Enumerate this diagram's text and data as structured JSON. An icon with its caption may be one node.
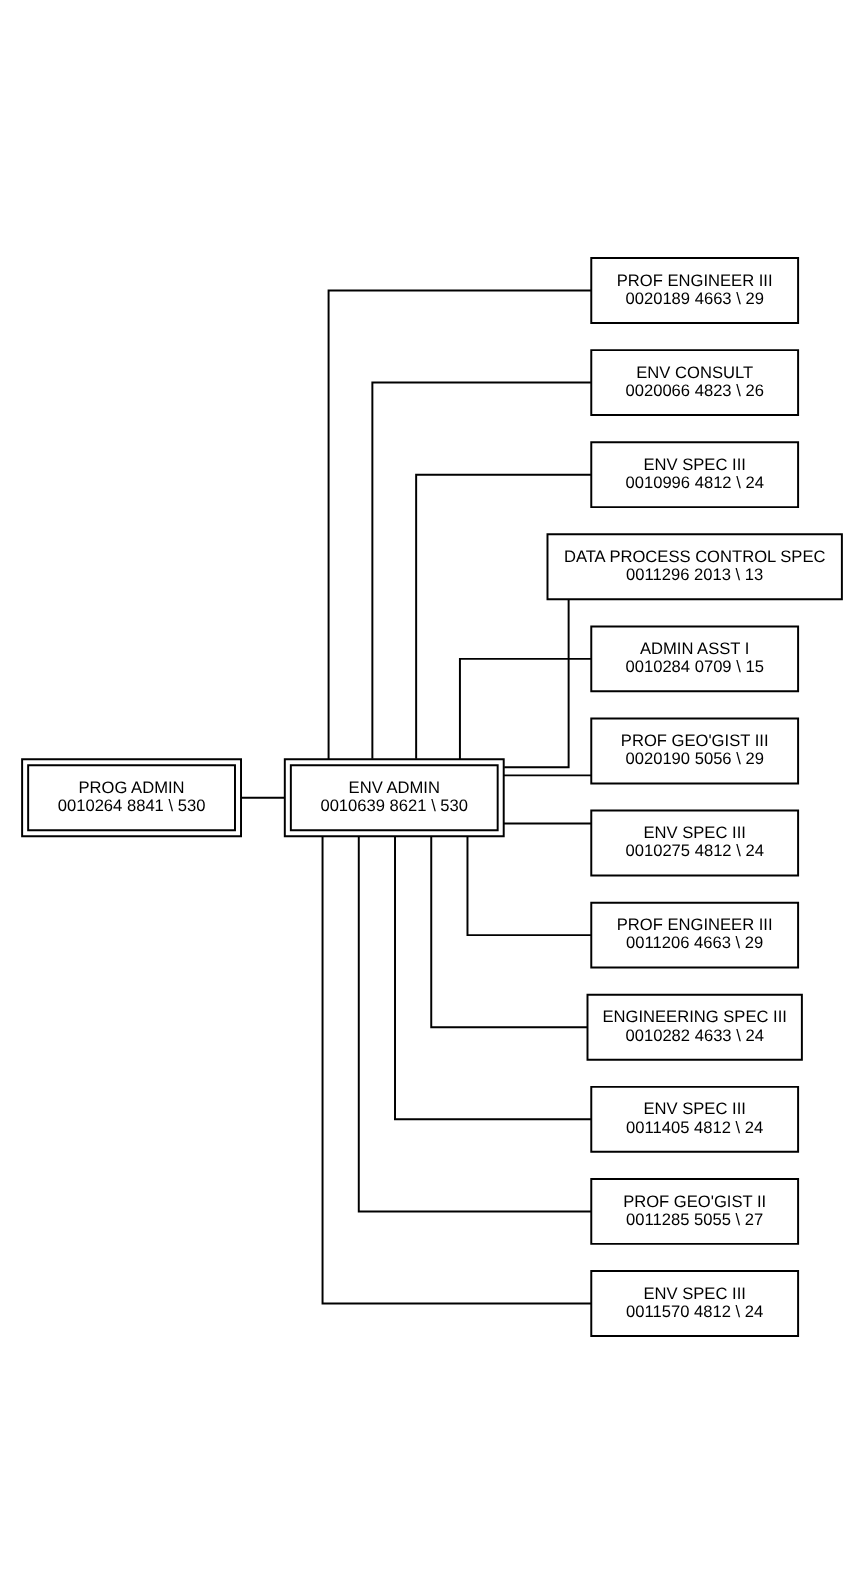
{
  "diagram": {
    "nodes": [
      {
        "text": [
          "PROG ADMIN",
          "0010264 8841 \\ 530"
        ]
      },
      {
        "text": [
          "ENV ADMIN",
          "0010639 8621 \\ 530"
        ]
      },
      {
        "text": [
          "PROF ENGINEER III",
          "0020189 4663 \\ 29"
        ]
      },
      {
        "text": [
          "ENV CONSULT",
          "0020066 4823 \\ 26"
        ]
      },
      {
        "text": [
          "ENV SPEC III",
          "0010996 4812 \\ 24"
        ]
      },
      {
        "text": [
          "DATA PROCESS CONTROL SPEC",
          "0011296 2013 \\ 13"
        ]
      },
      {
        "text": [
          "ADMIN ASST I",
          "0010284 0709 \\ 15"
        ]
      },
      {
        "text": [
          "PROF GEO'GIST III",
          "0020190 5056 \\ 29"
        ]
      },
      {
        "text": [
          "ENV SPEC III",
          "0010275 4812 \\ 24"
        ]
      },
      {
        "text": [
          "PROF ENGINEER III",
          "0011206 4663 \\ 29"
        ]
      },
      {
        "text": [
          "ENGINEERING SPEC III",
          "0010282 4633 \\ 24"
        ]
      },
      {
        "text": [
          "ENV SPEC III",
          "0011405 4812 \\ 24"
        ]
      },
      {
        "text": [
          "PROF GEO'GIST II",
          "0011285 5055 \\ 27"
        ]
      },
      {
        "text": [
          "ENV SPEC III",
          "0011570 4812 \\ 24"
        ]
      }
    ],
    "edges": [
      {
        "from": 0,
        "to": 1,
        "arrow": "none"
      },
      {
        "from": 1,
        "to": 2,
        "arrow": "none"
      },
      {
        "from": 1,
        "to": 3,
        "arrow": "none"
      },
      {
        "from": 1,
        "to": 4,
        "arrow": "none"
      },
      {
        "from": 1,
        "to": 5,
        "arrow": "none"
      },
      {
        "from": 1,
        "to": 6,
        "arrow": "none"
      },
      {
        "from": 1,
        "to": 7,
        "arrow": "none"
      },
      {
        "from": 1,
        "to": 8,
        "arrow": "none"
      },
      {
        "from": 1,
        "to": 9,
        "arrow": "none"
      },
      {
        "from": 1,
        "to": 10,
        "arrow": "none"
      },
      {
        "from": 1,
        "to": 11,
        "arrow": "none"
      },
      {
        "from": 1,
        "to": 12,
        "arrow": "none"
      },
      {
        "from": 1,
        "to": 13,
        "arrow": "none"
      }
    ]
  }
}
